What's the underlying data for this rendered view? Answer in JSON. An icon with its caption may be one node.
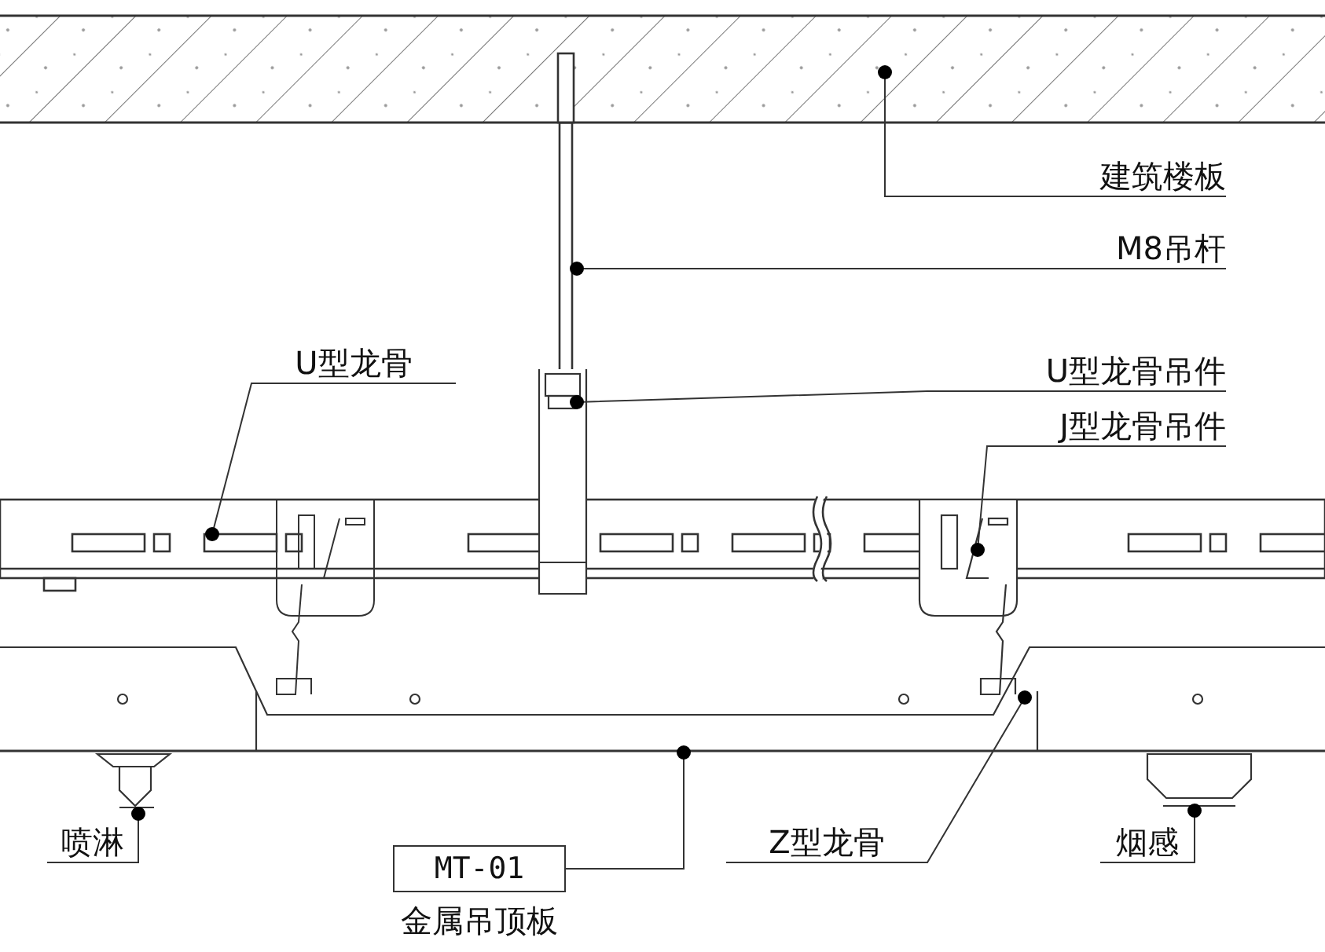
{
  "diagram": {
    "nodes": [
      {
        "text": [
          "建筑楼板"
        ]
      },
      {
        "text": [],
        "shape": "bar"
      },
      {
        "text": [
          "M8吊杆"
        ]
      },
      {
        "text": [],
        "shape": "bar"
      },
      {
        "text": [
          "U型龙骨"
        ]
      },
      {
        "text": [],
        "shape": "bar"
      },
      {
        "text": [
          "U型龙骨吊件"
        ]
      },
      {
        "text": [],
        "shape": "picture"
      },
      {
        "text": [
          "J型龙骨吊件"
        ]
      },
      {
        "text": [],
        "shape": "picture"
      },
      {
        "text": [
          "喷淋"
        ]
      },
      {
        "text": [],
        "shape": "picture"
      },
      {
        "text": [
          "MT-01",
          "金属吊顶板"
        ]
      },
      {
        "text": [],
        "shape": "picture"
      },
      {
        "text": [
          "Z型龙骨"
        ]
      },
      {
        "text": [],
        "shape": "picture"
      },
      {
        "text": [
          "烟感"
        ]
      },
      {
        "text": [],
        "shape": "picture"
      }
    ],
    "edges": [
      {
        "from": 0,
        "to": 1,
        "arrow": "other"
      },
      {
        "from": 2,
        "to": 3,
        "arrow": "other"
      },
      {
        "from": 4,
        "to": 5,
        "arrow": "other"
      },
      {
        "from": 6,
        "to": 7,
        "arrow": "other"
      },
      {
        "from": 8,
        "to": 9,
        "arrow": "other"
      },
      {
        "from": 10,
        "to": 11,
        "arrow": "other"
      },
      {
        "from": 12,
        "to": 13,
        "arrow": "other"
      },
      {
        "from": 14,
        "to": 15,
        "arrow": "other"
      },
      {
        "from": 16,
        "to": 17,
        "arrow": "other"
      }
    ]
  }
}
